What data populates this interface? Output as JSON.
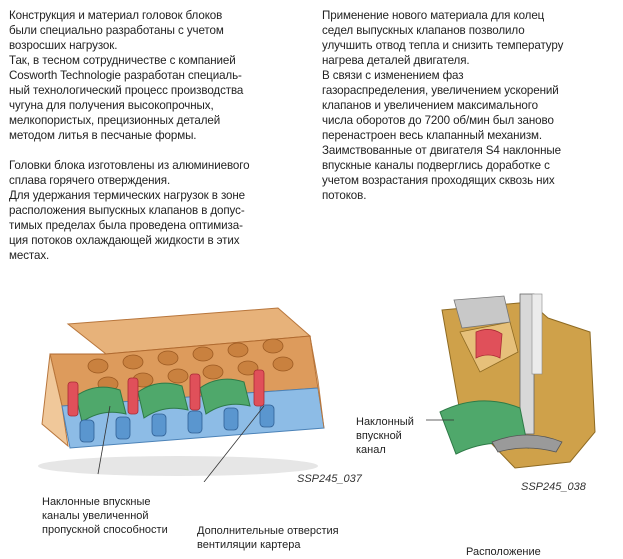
{
  "left_column": {
    "para1": "Конструкция и материал головок блоков\nбыли специально разработаны с учетом\nвозросших нагрузок.\nТак, в тесном сотрудничестве с компанией\nCosworth Technologie разработан специаль-\nный технологический процесс производства\nчугуна для получения высокопрочных,\nмелкопористых, прецизионных деталей\nметодом литья в песчаные формы.",
    "para2": "Головки блока изготовлены из алюминиевого\nсплава горячего отверждения.\nДля удержания термических нагрузок в зоне\nрасположения выпускных клапанов в допус-\nтимых пределах была проведена оптимиза-\nция потоков охлаждающей жидкости в этих\nместах."
  },
  "right_column": {
    "para1": "Применение нового материала для колец\nседел выпускных клапанов позволило\nулучшить отвод тепла и снизить температуру\nнагрева деталей двигателя.\nВ связи с изменением фаз\nгазораспределения, увеличением ускорений\nклапанов и увеличением максимального\nчисла оборотов до 7200 об/мин был заново\nперенастроен весь клапанный механизм.\nЗаимствованные от двигателя S4 наклонные\nвпускные каналы подверглись доработке с\nучетом возрастания проходящих сквозь них\nпотоков."
  },
  "figure_left": {
    "code": "SSP245_037",
    "label_intake": "Наклонные впускные\nканалы увеличенной\nпропускной способности",
    "label_vent": "Дополнительные отверстия\nвентиляции картера"
  },
  "figure_right": {
    "code": "SSP245_038",
    "label_intake": "Наклонный\nвпускной\nканал",
    "label_bottom": "Расположение"
  },
  "colors": {
    "head_orange": "#e2a56a",
    "cam_orange": "#cf8a4d",
    "water_blue": "#6fa8d8",
    "intake_green": "#4fa86b",
    "vent_red": "#e0505a",
    "bronze": "#c8963c"
  }
}
